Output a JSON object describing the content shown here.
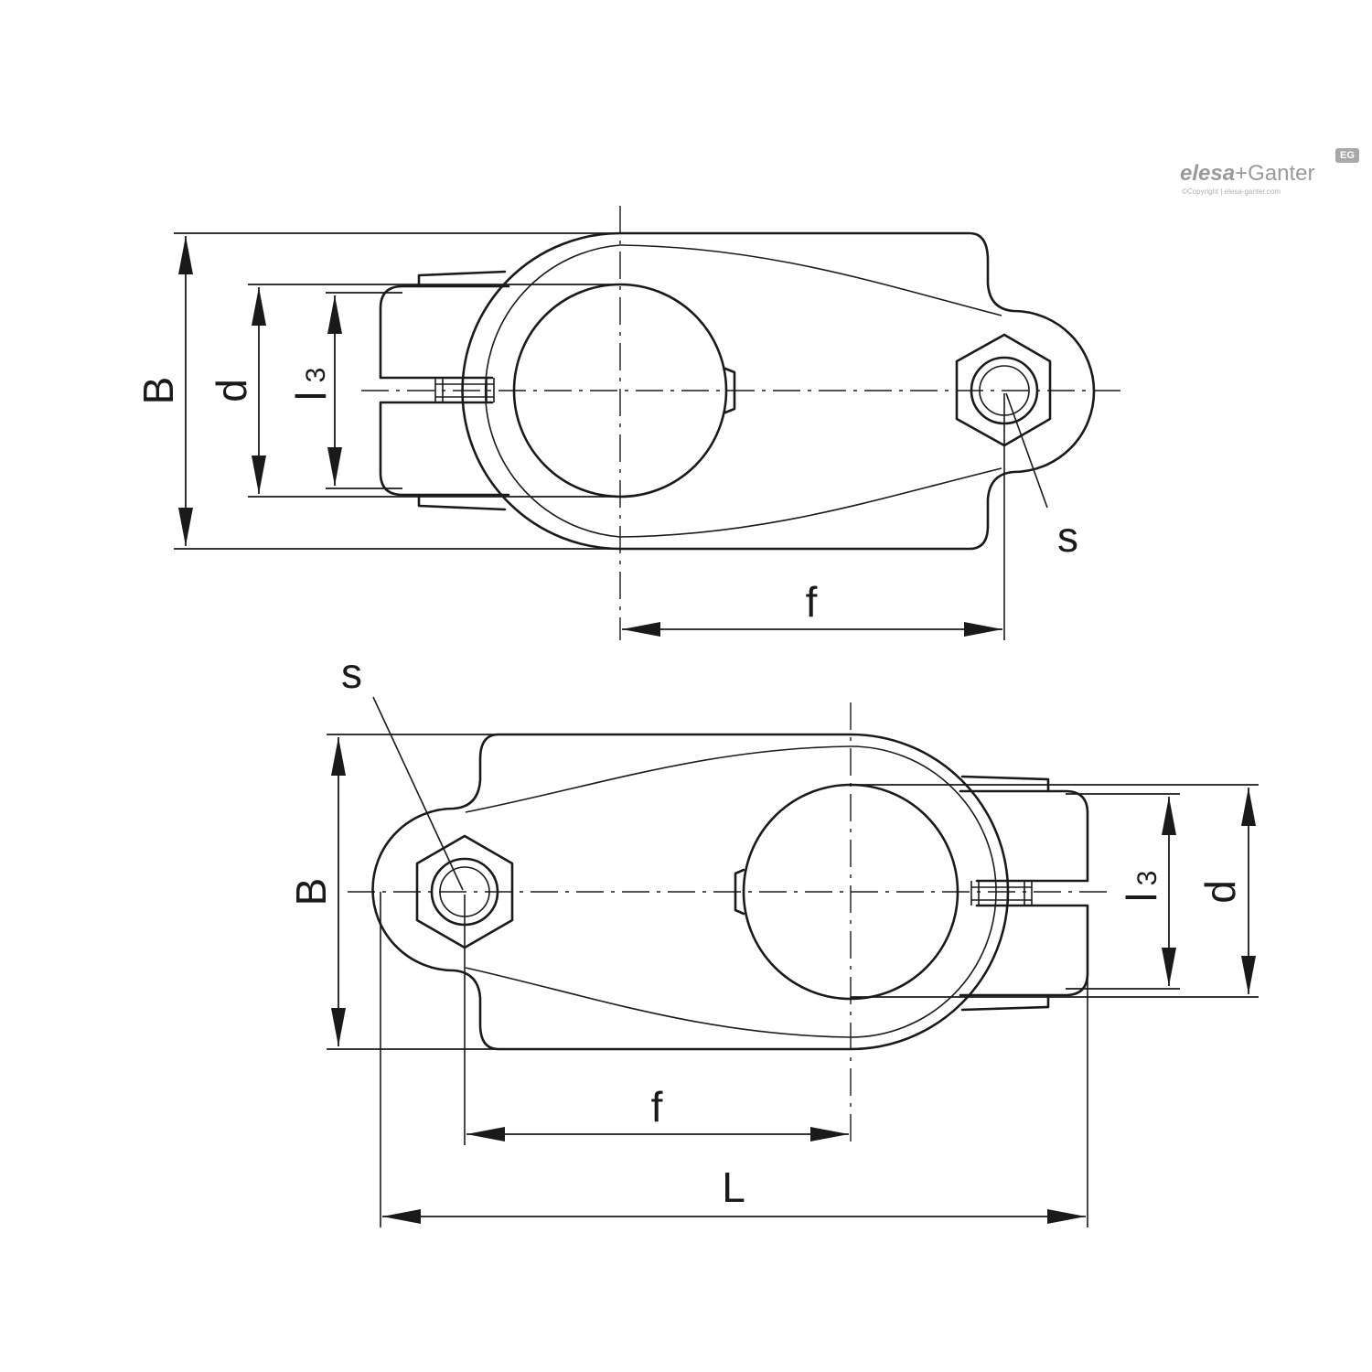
{
  "logo": {
    "brand_a": "elesa",
    "brand_sep": "+",
    "brand_b": "Ganter",
    "mark": "EG",
    "copyright": "©Copyright | elesa-ganter.com"
  },
  "top_view": {
    "dim_B": "B",
    "dim_d": "d",
    "dim_l3_main": "l",
    "dim_l3_sub": "3",
    "label_s": "s",
    "dim_f": "f"
  },
  "bottom_view": {
    "dim_B": "B",
    "dim_d": "d",
    "dim_l3_main": "l",
    "dim_l3_sub": "3",
    "label_s": "s",
    "dim_f": "f",
    "dim_L": "L"
  }
}
